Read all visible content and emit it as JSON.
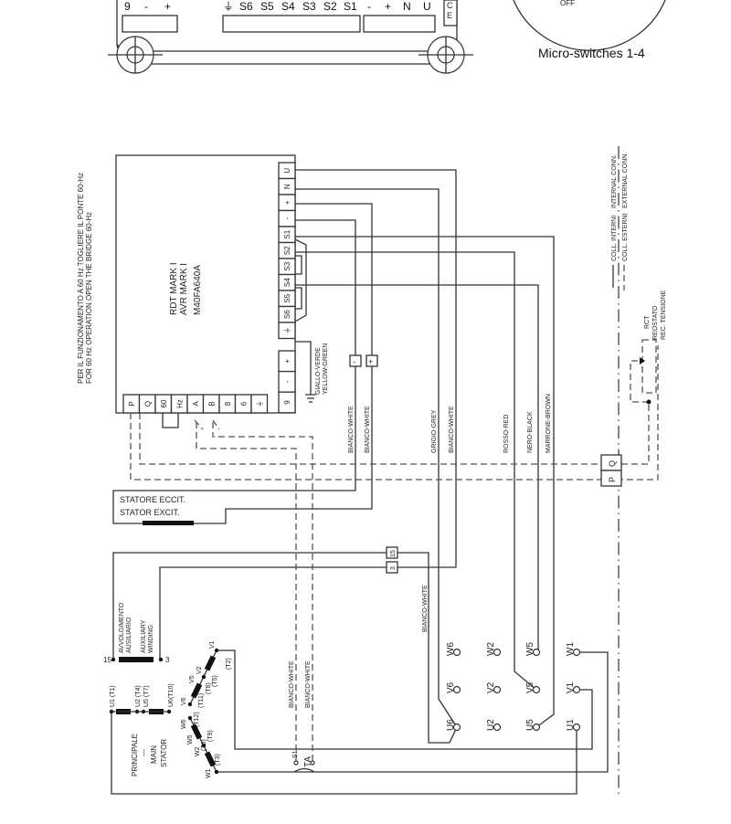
{
  "top_board": {
    "terminals_left": [
      "9",
      "-",
      "+"
    ],
    "terminals_mid": [
      "⏚",
      "S6",
      "S5",
      "S4",
      "S3",
      "S2",
      "S1"
    ],
    "terminals_right": [
      "-",
      "+",
      "N",
      "U"
    ],
    "side_label": [
      "C",
      "E"
    ]
  },
  "micro_switches": {
    "state_label": "OFF",
    "caption": "Micro-switches 1-4"
  },
  "note": {
    "it": "PER IL FUNZIONAMENTO A 60 Hz TOGLIERE IL PONTE 60-Hz",
    "en": "FOR 60 Hz OPERATION OPEN THE BRIDGE 60-Hz"
  },
  "avr": {
    "line1": "RDT MARK I",
    "line2": "AVR MARK I",
    "model": "M40FA640A",
    "right_terminals": [
      "U",
      "N",
      "+",
      "-",
      "S1",
      "S2",
      "S3",
      "S4",
      "S5",
      "S6",
      "⏚"
    ],
    "lower_right_terminals": [
      "+",
      "-",
      "9"
    ],
    "bottom_terminals": [
      "P",
      "Q",
      "60",
      "Hz",
      "A",
      "B",
      "8",
      "6",
      "⏚"
    ]
  },
  "wire_labels": {
    "ground_it": "GIALLO-VERDE",
    "ground_en": "YELLOW-GREEN",
    "exc_minus": "BIANCO-WHITE",
    "exc_plus": "BIANCO-WHITE",
    "grey": "GRIGIO-GREY",
    "white": "BIANCO-WHITE",
    "red": "ROSSO-RED",
    "black": "NERO-BLACK",
    "brown": "MARRONE-BROWN",
    "aux_white": "BIANCO-WHITE",
    "ta_white_1": "BIANCO-WHITE",
    "ta_white_2": "BIANCO-WHITE",
    "box_minus": "-",
    "box_plus": "+",
    "box_15": "15",
    "box_3": "3"
  },
  "exciter": {
    "it": "STATORE ECCIT.",
    "en": "STATOR EXCIT."
  },
  "legend": {
    "internal_it": "COLL. INTERNI",
    "internal_en": "INTERNAL CONN.",
    "external_it": "COLL. ESTERNI",
    "external_en": "EXTERNAL CONN."
  },
  "rheostat": {
    "code": "RCT",
    "it": "REOSTATO",
    "en": "REC. TENSIONE",
    "p": "P",
    "q": "Q"
  },
  "aux_winding": {
    "it1": "AVVOLGIMENTO",
    "it2": "AUSILIARIO",
    "en1": "AUXILIARY",
    "en2": "WINDING",
    "end_a": "15",
    "end_b": "3"
  },
  "main_stator": {
    "it": "PRINCIPALE",
    "dash": "—",
    "en1": "MAIN",
    "en2": "STATOR",
    "u1": "U1 (T1)",
    "u2": "U2 (T4)",
    "u5": "U5 (T7)",
    "u6": "U6(T10)",
    "v1": "V1",
    "v2": "V2",
    "v5": "V5",
    "v6": "V6",
    "w6": "W6",
    "w5": "W5",
    "w2": "W2",
    "w1": "W1",
    "t2": "(T2)",
    "t5": "(T5)",
    "t8": "(T8)",
    "t11": "(T11)",
    "t12": "(T12)",
    "t9": "(T9)",
    "t6": "(T6)",
    "t3": "(T3)"
  },
  "ta": {
    "s1": "S1",
    "label": "TA"
  },
  "terminal_board": {
    "row_w": [
      "W6",
      "W2",
      "W5",
      "W1"
    ],
    "row_v": [
      "V6",
      "V2",
      "V5",
      "V1"
    ],
    "row_u": [
      "U6",
      "U2",
      "U5",
      "U1"
    ]
  }
}
